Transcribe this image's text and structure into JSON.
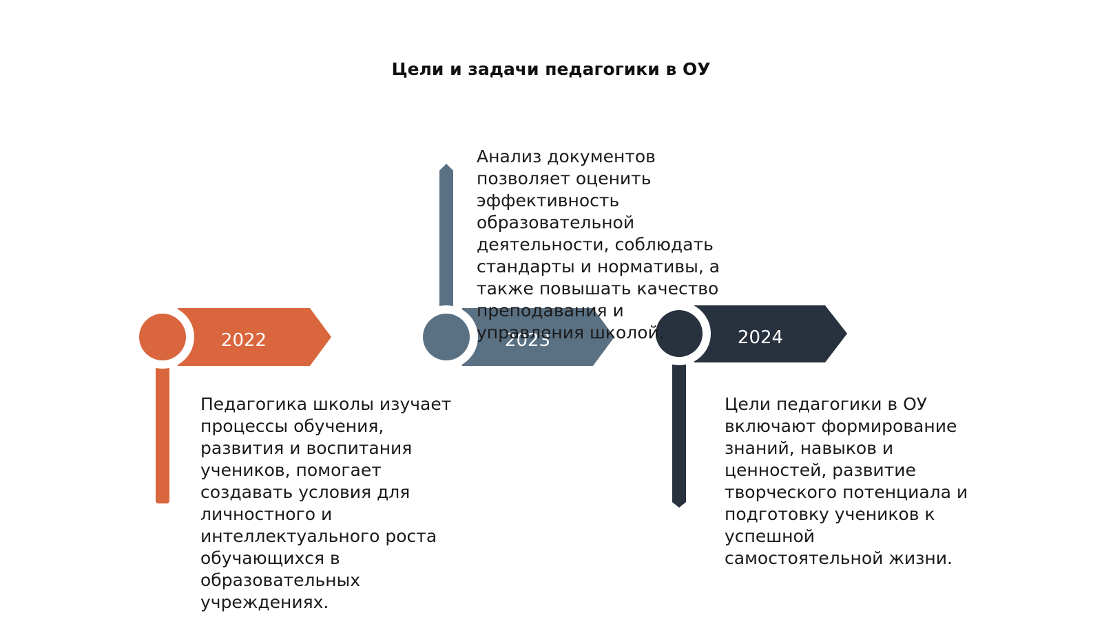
{
  "title": "Цели и задачи педагогики в ОУ",
  "colors": {
    "m1": "#d9663c",
    "m2": "#5a7184",
    "m3": "#28313e"
  },
  "milestones": [
    {
      "year": "2022",
      "text": "Педагогика школы изучает\nпроцессы обучения,\nразвития и воспитания\nучеников, помогает\nсоздавать условия для\nличностного и\nинтеллектуального роста\nобучающихся в\nобразовательных\nучреждениях."
    },
    {
      "year": "2023",
      "text": "Анализ документов\nпозволяет оценить\nэффективность\nобразовательной\nдеятельности, соблюдать\nстандарты и нормативы, а\nтакже повышать качество\nпреподавания и\nуправления школой."
    },
    {
      "year": "2024",
      "text": "Цели педагогики в ОУ\nвключают формирование\nзнаний, навыков и\nценностей, развитие\nтворческого потенциала и\nподготовку учеников к\nуспешной\nсамостоятельной жизни."
    }
  ]
}
